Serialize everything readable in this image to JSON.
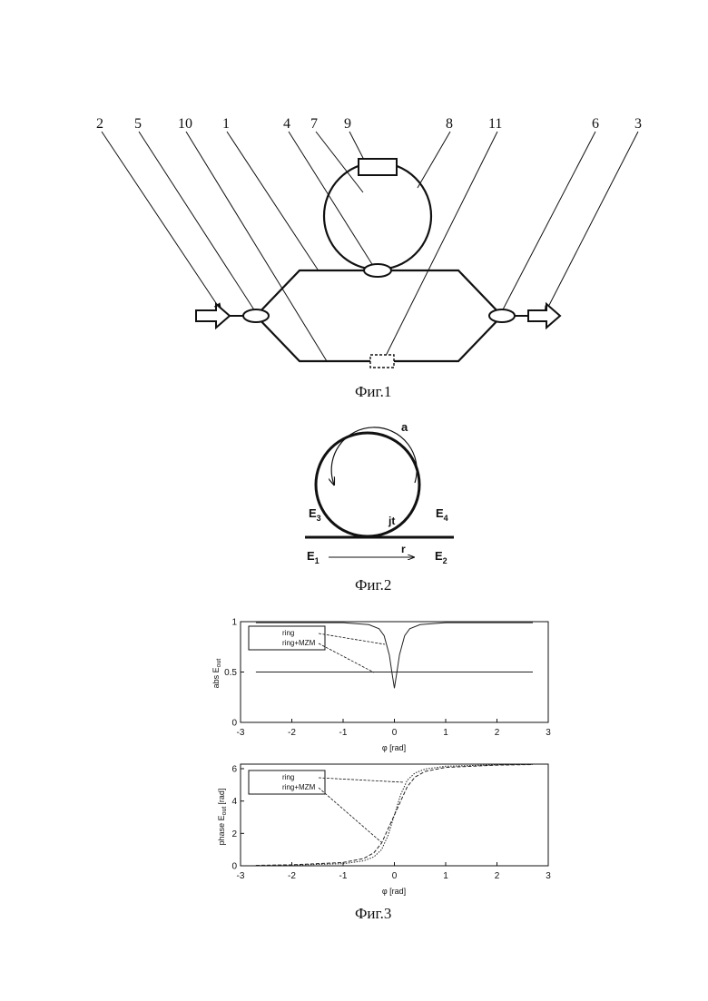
{
  "figure1": {
    "labels": [
      "2",
      "5",
      "10",
      "1",
      "4",
      "7",
      "9",
      "8",
      "11",
      "6",
      "3"
    ],
    "caption": "Фиг.1"
  },
  "figure2": {
    "label_a": "a",
    "label_jt": "jt",
    "label_r": "r",
    "label_e3": "E",
    "label_e3_sub": "3",
    "label_e4": "E",
    "label_e4_sub": "4",
    "label_e1": "E",
    "label_e1_sub": "1",
    "label_e2": "E",
    "label_e2_sub": "2",
    "caption": "Фиг.2"
  },
  "figure3": {
    "caption": "Фиг.3"
  },
  "chart_data": [
    {
      "type": "line",
      "title": "",
      "xlabel": "φ [rad]",
      "ylabel": "abs E",
      "ylabel_sub": "out",
      "xlim": [
        -3,
        3
      ],
      "ylim": [
        0,
        1
      ],
      "xticks": [
        "-3",
        "-2",
        "-1",
        "0",
        "1",
        "2",
        "3"
      ],
      "yticks": [
        "0",
        "0.5",
        "1"
      ],
      "legend": [
        "ring",
        "ring+MZM"
      ],
      "series": [
        {
          "name": "ring",
          "x": [
            -2.7,
            -1.0,
            -0.5,
            -0.3,
            -0.2,
            -0.1,
            -0.05,
            0,
            0.05,
            0.1,
            0.2,
            0.3,
            0.5,
            1.0,
            2.7
          ],
          "y": [
            0.99,
            0.99,
            0.97,
            0.93,
            0.86,
            0.67,
            0.5,
            0.34,
            0.5,
            0.67,
            0.86,
            0.93,
            0.97,
            0.99,
            0.99
          ]
        },
        {
          "name": "ring+MZM",
          "x": [
            -2.7,
            0,
            2.7
          ],
          "y": [
            0.5,
            0.5,
            0.5
          ]
        }
      ]
    },
    {
      "type": "line",
      "title": "",
      "xlabel": "φ [rad]",
      "ylabel": "phase E",
      "ylabel_sub": "out",
      "ylabel_unit": "[rad]",
      "xlim": [
        -3,
        3
      ],
      "ylim": [
        0,
        6.28
      ],
      "xticks": [
        "-3",
        "-2",
        "-1",
        "0",
        "1",
        "2",
        "3"
      ],
      "yticks": [
        "0",
        "2",
        "4",
        "6"
      ],
      "legend": [
        "ring",
        "ring+MZM"
      ],
      "series": [
        {
          "name": "ring",
          "x": [
            -2.7,
            -2.0,
            -1.0,
            -0.6,
            -0.4,
            -0.25,
            -0.12,
            0,
            0.12,
            0.25,
            0.4,
            0.6,
            1.0,
            2.0,
            2.7
          ],
          "y": [
            0.03,
            0.06,
            0.2,
            0.45,
            0.8,
            1.4,
            2.3,
            3.14,
            3.98,
            4.88,
            5.48,
            5.83,
            6.08,
            6.22,
            6.25
          ]
        },
        {
          "name": "ring+MZM",
          "x": [
            -2.7,
            -2.0,
            -1.0,
            -0.6,
            -0.4,
            -0.25,
            -0.12,
            0,
            0.12,
            0.25,
            0.4,
            0.6,
            1.0,
            2.0,
            2.7
          ],
          "y": [
            0.02,
            0.04,
            0.13,
            0.3,
            0.55,
            1.0,
            1.9,
            3.14,
            4.38,
            5.28,
            5.73,
            5.98,
            6.15,
            6.24,
            6.26
          ]
        }
      ]
    }
  ]
}
